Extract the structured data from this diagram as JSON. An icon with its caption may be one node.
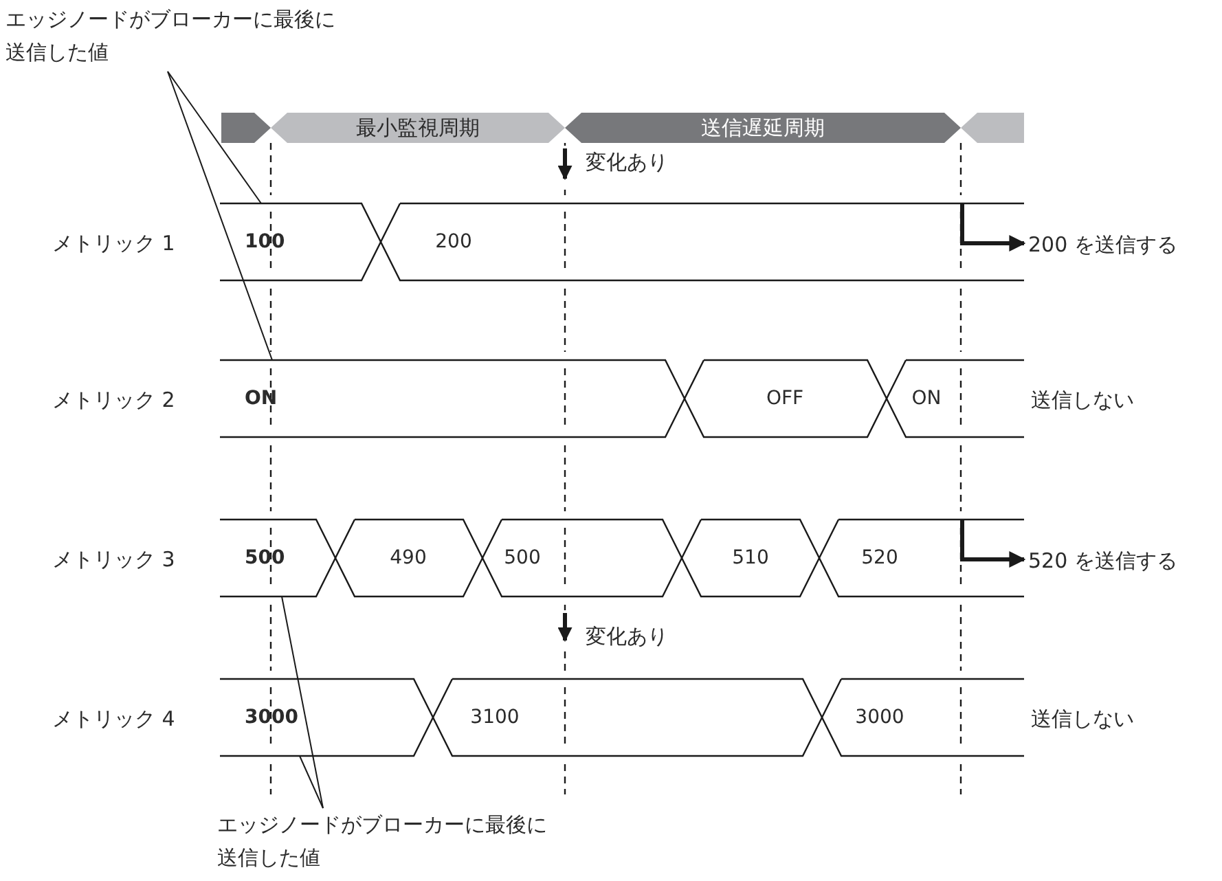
{
  "diagram": {
    "nodes": [
      {
        "text": [
          "エッジノードがブローカーに最後に送信した値"
        ]
      },
      {
        "text": [],
        "shape": "box"
      },
      {
        "text": [
          "最小監視周期"
        ]
      },
      {
        "text": [
          "送信遅延周期"
        ]
      },
      {
        "text": [],
        "shape": "box"
      },
      {
        "text": [
          "100"
        ]
      },
      {
        "text": [
          "200"
        ]
      },
      {
        "text": [
          "200 を送信する"
        ]
      },
      {
        "text": [
          "ON"
        ]
      },
      {
        "text": [
          "OFF"
        ]
      },
      {
        "text": [
          "ON"
        ],
        "beside": [
          "送信しない"
        ]
      },
      {
        "text": [
          "500"
        ]
      },
      {
        "text": [
          "490"
        ]
      },
      {
        "text": [
          "500"
        ]
      },
      {
        "text": [
          "510"
        ]
      },
      {
        "text": [
          "520"
        ]
      },
      {
        "text": [
          "520 を送信する"
        ]
      },
      {
        "text": [
          "3000"
        ]
      },
      {
        "text": [
          "3100"
        ]
      },
      {
        "text": [
          "3000"
        ],
        "beside": [
          "送信しない"
        ]
      },
      {
        "text": [
          "エッジノードがブローカーに最後に送信した値"
        ]
      }
    ],
    "edges": [
      {
        "from": 0,
        "to": 5,
        "arrow": "none"
      },
      {
        "from": 0,
        "to": 8,
        "arrow": "none"
      },
      {
        "from": 20,
        "to": 11,
        "arrow": "none"
      },
      {
        "from": 20,
        "to": 17,
        "arrow": "none"
      },
      {
        "from": 6,
        "to": 7,
        "arrow": "to",
        "style": "thick"
      },
      {
        "from": 15,
        "to": 16,
        "arrow": "to",
        "style": "thick"
      }
    ],
    "labels": [
      "変化あり",
      "メトリック 1",
      "メトリック 2",
      "メトリック 3",
      "変化あり",
      "メトリック 4"
    ]
  }
}
